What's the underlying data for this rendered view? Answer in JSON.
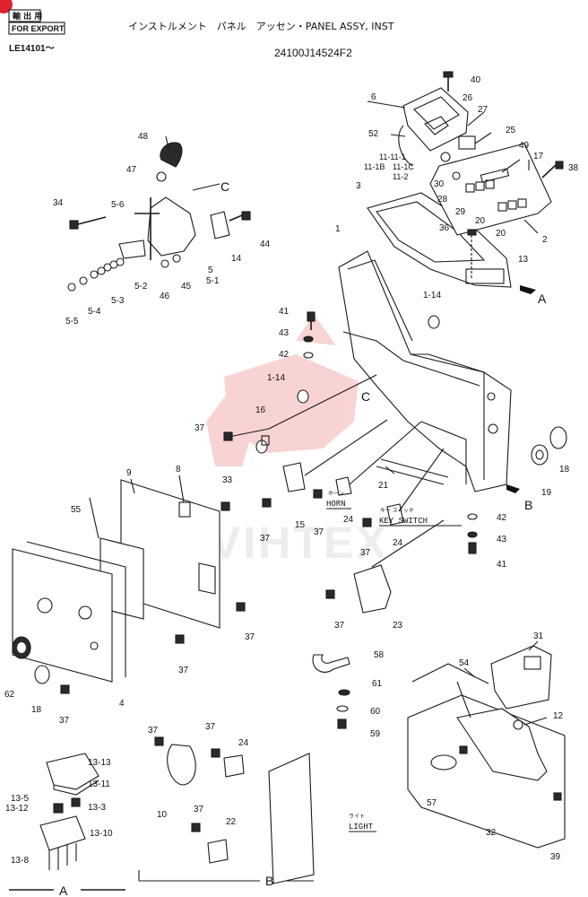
{
  "header": {
    "title": "インストルメント　パネル　アッセン・PANEL ASSY, INST",
    "part_number": "24100J14524F2",
    "export_jp": "輸 出 用",
    "export_en": "FOR EXPORT",
    "serial": "LE14101～"
  },
  "watermark": "VIHTEX",
  "colors": {
    "line": "#1a1a1a",
    "watermark": "#e23b3b",
    "badge": "#e0242f"
  },
  "views": {
    "a": "A",
    "b": "B",
    "c": "C"
  },
  "callouts": {
    "horn_jp": "ホーン",
    "horn": "HORN",
    "keyswitch_jp": "キー スイッチ",
    "keyswitch": "KEY SWITCH",
    "light_jp": "ライト",
    "light": "LIGHT"
  },
  "labels": {
    "l1": "1",
    "l1_14a": "1-14",
    "l1_14b": "1-14",
    "l2": "2",
    "l3": "3",
    "l4": "4",
    "l5": "5",
    "l5_1": "5-1",
    "l5_2": "5-2",
    "l5_3": "5-3",
    "l5_4": "5-4",
    "l5_5": "5-5",
    "l5_6": "5-6",
    "l6": "6",
    "l8": "8",
    "l9": "9",
    "l10": "10",
    "l11_11_1": "11-11-1",
    "l11_1b": "11-1B",
    "l11_1c": "11-1C",
    "l11_2": "11-2",
    "l12": "12",
    "l13": "13",
    "l13_3": "13-3",
    "l13_5": "13-5",
    "l13_8": "13-8",
    "l13_10": "13-10",
    "l13_11": "13-11",
    "l13_12": "13-12",
    "l13_13": "13-13",
    "l14": "14",
    "l15": "15",
    "l16": "16",
    "l17": "17",
    "l18a": "18",
    "l18b": "18",
    "l19": "19",
    "l20a": "20",
    "l20b": "20",
    "l21": "21",
    "l22": "22",
    "l23": "23",
    "l24a": "24",
    "l24b": "24",
    "l24c": "24",
    "l25": "25",
    "l26": "26",
    "l27": "27",
    "l28": "28",
    "l29": "29",
    "l30": "30",
    "l31": "31",
    "l32": "32",
    "l33": "33",
    "l34": "34",
    "l36": "36",
    "l37a": "37",
    "l37b": "37",
    "l37c": "37",
    "l37d": "37",
    "l37e": "37",
    "l37f": "37",
    "l37g": "37",
    "l37h": "37",
    "l37i": "37",
    "l37j": "37",
    "l38": "38",
    "l39": "39",
    "l40": "40",
    "l41a": "41",
    "l41b": "41",
    "l42a": "42",
    "l42b": "42",
    "l43a": "43",
    "l43b": "43",
    "l44": "44",
    "l45": "45",
    "l46": "46",
    "l47": "47",
    "l48": "48",
    "l49": "49",
    "l52": "52",
    "l54": "54",
    "l55": "55",
    "l57": "57",
    "l58": "58",
    "l59": "59",
    "l60": "60",
    "l61": "61",
    "l62": "62"
  }
}
